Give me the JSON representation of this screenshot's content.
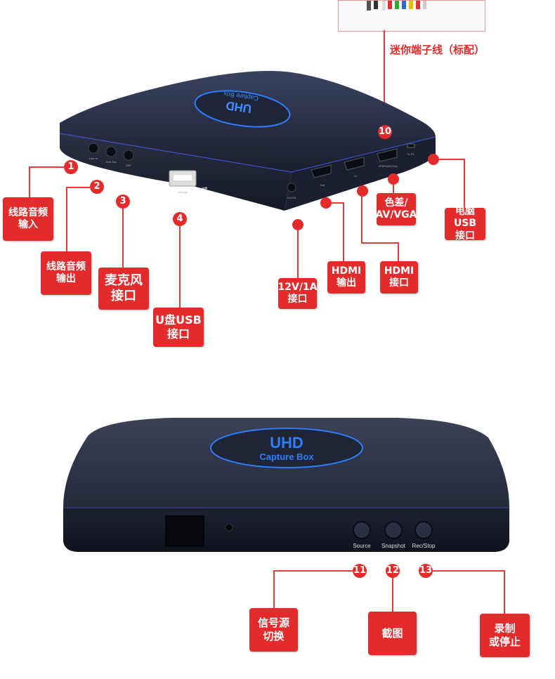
{
  "top": {
    "cable_caption": "迷你端子线（标配）",
    "device_logo": "UHD",
    "device_logo_sub": "Capture Box",
    "port_silk": [
      "Line In",
      "Line Out",
      "MIC",
      "Storage",
      "12V/1A",
      "Out",
      "In",
      "YPbPr/AV/VGA",
      "To PC"
    ],
    "callouts": [
      {
        "num": "1",
        "label": "线路音频\n输入"
      },
      {
        "num": "2",
        "label": "线路音频\n输出"
      },
      {
        "num": "3",
        "label": "麦克风\n接口"
      },
      {
        "num": "4",
        "label": "U盘USB\n接口"
      },
      {
        "num": "",
        "label": "12V/1A\n接口"
      },
      {
        "num": "",
        "label": "HDMI\n输出"
      },
      {
        "num": "",
        "label": "HDMI\n接口"
      },
      {
        "num": "",
        "label": "色差/\nAV/VGA"
      },
      {
        "num": "10",
        "label": ""
      },
      {
        "num": "",
        "label": "电脑USB\n接口"
      }
    ]
  },
  "bottom": {
    "logo_line1": "UHD",
    "logo_line2": "Capture Box",
    "buttons": [
      "Source",
      "Snapshot",
      "Rec/Stop"
    ],
    "callouts": [
      {
        "num": "11",
        "label": "信号源\n切换"
      },
      {
        "num": "12",
        "label": "截图"
      },
      {
        "num": "13",
        "label": "录制\n或停止"
      }
    ]
  },
  "colors": {
    "accent": "#e42b2b",
    "device": "#1c2130",
    "logo_blue": "#2f7dff"
  }
}
